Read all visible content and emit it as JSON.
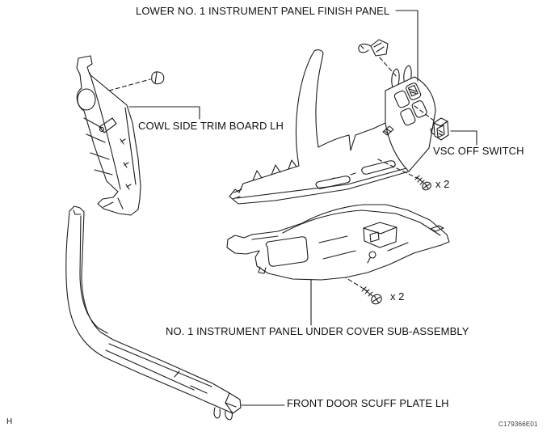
{
  "figure": {
    "labels": {
      "finish_panel": "LOWER NO. 1 INSTRUMENT PANEL FINISH PANEL",
      "cowl_trim": "COWL SIDE TRIM BOARD LH",
      "vsc_switch": "VSC OFF SWITCH",
      "under_cover": "NO. 1 INSTRUMENT PANEL UNDER COVER SUB-ASSEMBLY",
      "scuff_plate": "FRONT DOOR SCUFF PLATE LH"
    },
    "quantities": {
      "finish_panel_screws": "x 2",
      "under_cover_screws": "x 2"
    },
    "footer": {
      "page_marker": "H",
      "figure_code": "C179366E01"
    },
    "colors": {
      "line": "#1c1c1c",
      "text": "#101010",
      "background": "#ffffff"
    }
  }
}
